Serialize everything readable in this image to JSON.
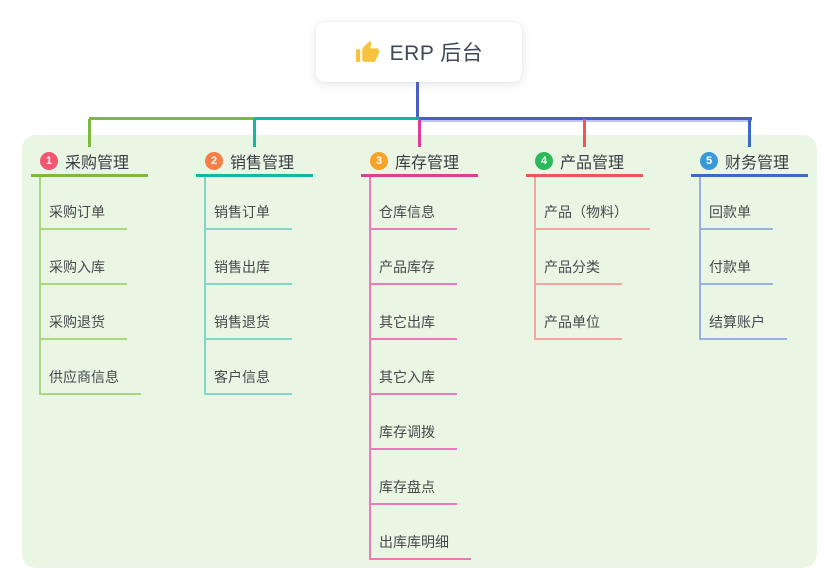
{
  "root": {
    "title": "ERP 后台",
    "icon": "thumbs-up",
    "icon_color": "#f7c23d",
    "text_color": "#3e4857",
    "line_color": "#4d5dc6",
    "line_shadow_color": "#bcc5f1",
    "card_bg": "#ffffff"
  },
  "panel": {
    "bg": "#e9f6e4"
  },
  "text_colors": {
    "branch_label": "#3a3e44",
    "child_label": "#47494d"
  },
  "branches": [
    {
      "num": "1",
      "label": "采购管理",
      "badge_color": "#f25670",
      "line_color": "#7cb93e",
      "child_line_color": "#a9d77f",
      "children": [
        "采购订单",
        "采购入库",
        "采购退货",
        "供应商信息"
      ]
    },
    {
      "num": "2",
      "label": "销售管理",
      "badge_color": "#f77e45",
      "line_color": "#12b7a7",
      "child_line_color": "#82d5c9",
      "children": [
        "销售订单",
        "销售出库",
        "销售退货",
        "客户信息"
      ]
    },
    {
      "num": "3",
      "label": "库存管理",
      "badge_color": "#f9a326",
      "line_color": "#e03d96",
      "child_line_color": "#ee79ba",
      "children": [
        "仓库信息",
        "产品库存",
        "其它出库",
        "其它入库",
        "库存调拨",
        "库存盘点",
        "出库库明细"
      ]
    },
    {
      "num": "4",
      "label": "产品管理",
      "badge_color": "#2eb85c",
      "line_color": "#f05455",
      "child_line_color": "#f7a3a0",
      "children": [
        "产品（物料）",
        "产品分类",
        "产品单位"
      ]
    },
    {
      "num": "5",
      "label": "财务管理",
      "badge_color": "#3a9ad9",
      "line_color": "#3b6ac6",
      "child_line_color": "#97b1e0",
      "children": [
        "回款单",
        "付款单",
        "结算账户"
      ]
    }
  ]
}
